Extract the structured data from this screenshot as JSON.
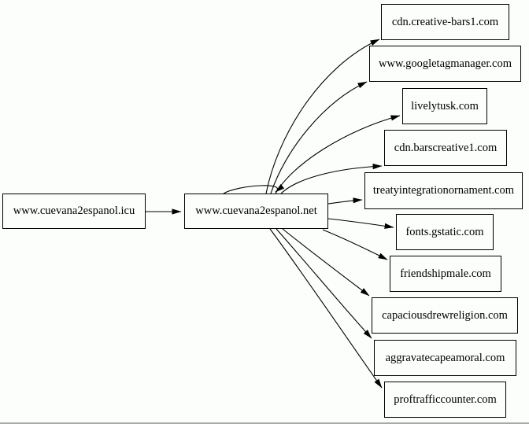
{
  "diagram": {
    "type": "directed-graph",
    "background_color": "#fbfefb",
    "edge_color": "#000000",
    "node_border_color": "#000000",
    "bottom_rule_color": "#a8a8a8",
    "nodes": [
      {
        "id": "www.cuevana2espanol.icu",
        "label": "www.cuevana2espanol.icu"
      },
      {
        "id": "www.cuevana2espanol.net",
        "label": "www.cuevana2espanol.net"
      },
      {
        "id": "cdn.creative-bars1.com",
        "label": "cdn.creative-bars1.com"
      },
      {
        "id": "www.googletagmanager.com",
        "label": "www.googletagmanager.com"
      },
      {
        "id": "livelytusk.com",
        "label": "livelytusk.com"
      },
      {
        "id": "cdn.barscreative1.com",
        "label": "cdn.barscreative1.com"
      },
      {
        "id": "treatyintegrationornament.com",
        "label": "treatyintegrationornament.com"
      },
      {
        "id": "fonts.gstatic.com",
        "label": "fonts.gstatic.com"
      },
      {
        "id": "friendshipmale.com",
        "label": "friendshipmale.com"
      },
      {
        "id": "capaciousdrewreligion.com",
        "label": "capaciousdrewreligion.com"
      },
      {
        "id": "aggravatecapeamoral.com",
        "label": "aggravatecapeamoral.com"
      },
      {
        "id": "proftrafficcounter.com",
        "label": "proftrafficcounter.com"
      }
    ],
    "edges": [
      {
        "from": "www.cuevana2espanol.icu",
        "to": "www.cuevana2espanol.net"
      },
      {
        "from": "www.cuevana2espanol.net",
        "to": "www.cuevana2espanol.net"
      },
      {
        "from": "www.cuevana2espanol.net",
        "to": "cdn.creative-bars1.com"
      },
      {
        "from": "www.cuevana2espanol.net",
        "to": "www.googletagmanager.com"
      },
      {
        "from": "www.cuevana2espanol.net",
        "to": "livelytusk.com"
      },
      {
        "from": "www.cuevana2espanol.net",
        "to": "cdn.barscreative1.com"
      },
      {
        "from": "www.cuevana2espanol.net",
        "to": "treatyintegrationornament.com"
      },
      {
        "from": "www.cuevana2espanol.net",
        "to": "fonts.gstatic.com"
      },
      {
        "from": "www.cuevana2espanol.net",
        "to": "friendshipmale.com"
      },
      {
        "from": "www.cuevana2espanol.net",
        "to": "capaciousdrewreligion.com"
      },
      {
        "from": "www.cuevana2espanol.net",
        "to": "aggravatecapeamoral.com"
      },
      {
        "from": "www.cuevana2espanol.net",
        "to": "proftrafficcounter.com"
      }
    ]
  }
}
